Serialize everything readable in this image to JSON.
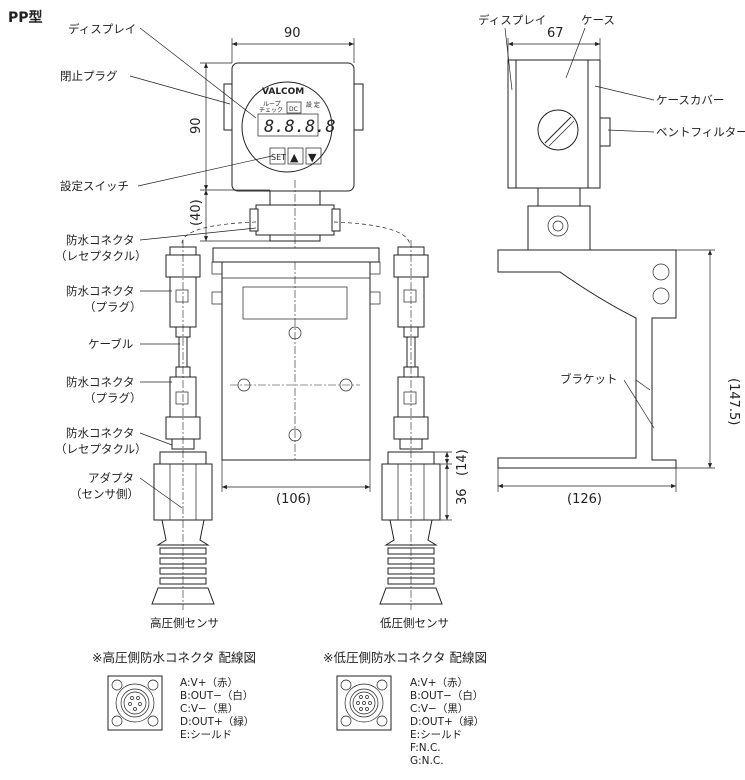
{
  "title": "PP型",
  "front_view": {
    "labels": {
      "display": "ディスプレイ",
      "blind_plug": "閉止プラグ",
      "setting_switch": "設定スイッチ",
      "wp_connector_receptacle_1": "防水コネクタ",
      "wp_connector_receptacle_1_sub": "（レセプタクル）",
      "wp_connector_plug_1": "防水コネクタ",
      "wp_connector_plug_1_sub": "（プラグ）",
      "cable": "ケーブル",
      "wp_connector_plug_2": "防水コネクタ",
      "wp_connector_plug_2_sub": "（プラグ）",
      "wp_connector_receptacle_2": "防水コネクタ",
      "wp_connector_receptacle_2_sub": "（レセプタクル）",
      "adapter": "アダプタ",
      "adapter_sub": "（センサ側）"
    },
    "panel": {
      "logo": "VALCOM",
      "loop_check": "ループ",
      "loop_check2": "チェック",
      "dc": "DC",
      "alarm": "設 定",
      "digits": "8.8.8.8",
      "set_button": "SET",
      "up_button": "▲",
      "down_button": "▼"
    },
    "dimensions": {
      "width": "90",
      "height": "90",
      "neck": "(40)",
      "bracket_width": "(106)",
      "adapter_gap": "(14)",
      "adapter_height": "36"
    },
    "high_side_sensor": "高圧側センサ",
    "low_side_sensor": "低圧側センサ"
  },
  "side_view": {
    "labels": {
      "display": "ディスプレイ",
      "case": "ケース",
      "case_cover": "ケースカバー",
      "vent_filter": "ベントフィルター",
      "bracket": "ブラケット"
    },
    "dimensions": {
      "depth": "67",
      "bracket_height": "(147.5)",
      "bracket_depth": "(126)"
    }
  },
  "wiring": [
    {
      "title": "※高圧側防水コネクタ 配線図",
      "pins": [
        "A:V+（赤）",
        "B:OUT−（白）",
        "C:V−（黒）",
        "D:OUT+（緑）",
        "E:シールド"
      ]
    },
    {
      "title": "※低圧側防水コネクタ 配線図",
      "pins": [
        "A:V+（赤）",
        "B:OUT−（白）",
        "C:V−（黒）",
        "D:OUT+（緑）",
        "E:シールド",
        "F:N.C.",
        "G:N.C."
      ]
    }
  ]
}
